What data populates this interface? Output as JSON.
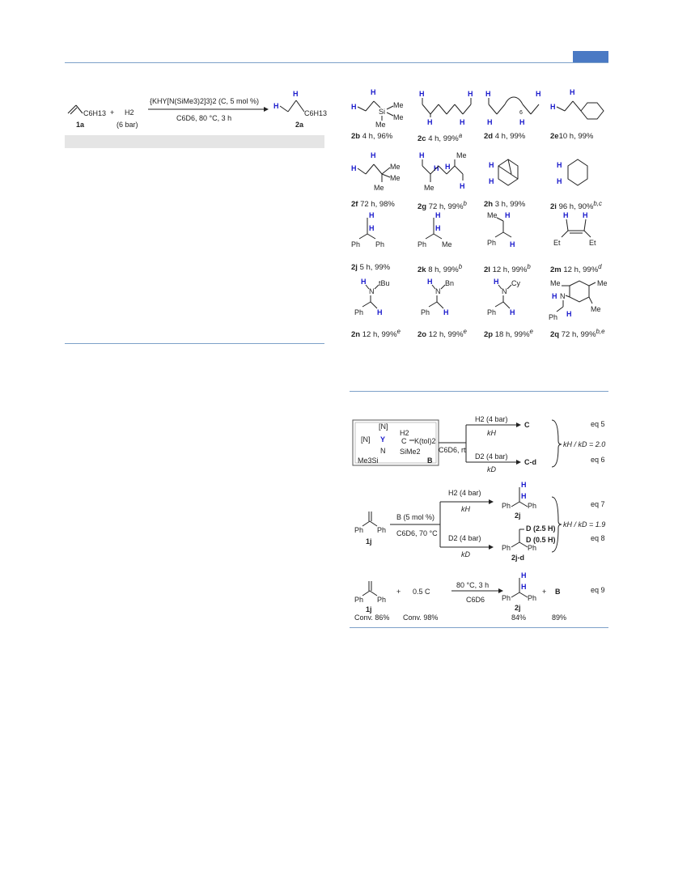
{
  "scheme1": {
    "reactant_sub": "C6H13",
    "plus": "+",
    "h2": "H2",
    "pressure": "(6 bar)",
    "catalyst": "{KHY[N(SiMe3)2]3}2 (C, 5 mol %)",
    "conditions": "C6D6, 80 °C, 3 h",
    "reactant_id": "1a",
    "product_id": "2a",
    "product_sub": "C6H13"
  },
  "substrates": [
    {
      "id": "2b",
      "result": "4 h, 96%"
    },
    {
      "id": "2c",
      "result": "4 h, 99%",
      "note": "a"
    },
    {
      "id": "2d",
      "result": "4 h, 99%"
    },
    {
      "id": "2e",
      "result": "10 h, 99%"
    },
    {
      "id": "2f",
      "result": "72 h, 98%"
    },
    {
      "id": "2g",
      "result": "72 h, 99%",
      "note": "b"
    },
    {
      "id": "2h",
      "result": "3 h, 99%"
    },
    {
      "id": "2i",
      "result": "96 h, 90%",
      "note": "b,c"
    },
    {
      "id": "2j",
      "result": "5 h, 99%"
    },
    {
      "id": "2k",
      "result": "8 h, 99%",
      "note": "b"
    },
    {
      "id": "2l",
      "result": "12 h, 99%",
      "note": "b"
    },
    {
      "id": "2m",
      "result": "12 h, 99%",
      "note": "d"
    },
    {
      "id": "2n",
      "result": "12 h, 99%",
      "note": "e"
    },
    {
      "id": "2o",
      "result": "12 h, 99%",
      "note": "e"
    },
    {
      "id": "2p",
      "result": "18 h, 99%",
      "note": "e"
    },
    {
      "id": "2q",
      "result": "72 h, 99%",
      "note": "b,e"
    }
  ],
  "atoms": {
    "H": "H",
    "Me": "Me",
    "Si": "Si",
    "Ph": "Ph",
    "Et": "Et",
    "N": "N",
    "tBu": "tBu",
    "Bn": "Bn",
    "Cy": "Cy",
    "six": "6",
    "D": "D"
  },
  "eq56": {
    "box_N_top": "[N]",
    "box_N_left": "[N]",
    "Y": "Y",
    "C_label": "C",
    "H2": "H2",
    "K_label": "K(tol)2",
    "N_label": "N",
    "SiMe2": "SiMe2",
    "Me3Si": "Me3Si",
    "B": "B",
    "cond": "C6D6, rt",
    "h2": "H2 (4 bar)",
    "kh": "kH",
    "prodC": "C",
    "d2": "D2 (4 bar)",
    "kd": "kD",
    "prodCd": "C-d",
    "ratio": "kH / kD = 2.0",
    "eq5": "eq 5",
    "eq6": "eq 6"
  },
  "eq78": {
    "reactant": "1j",
    "cat": "B (5 mol %)",
    "cond": "C6D6, 70 °C",
    "h2": "H2 (4 bar)",
    "kh": "kH",
    "prod": "2j",
    "d2": "D2 (4 bar)",
    "kd": "kD",
    "prodd": "2j-d",
    "d1": "D (2.5 H)",
    "d2label": "D (0.5 H)",
    "ratio": "kH / kD = 1.9",
    "eq7": "eq 7",
    "eq8": "eq 8"
  },
  "eq9": {
    "reactant": "1j",
    "plus": "+",
    "reagent": "0.5 C",
    "cond1": "80 °C, 3 h",
    "cond2": "C6D6",
    "prod": "2j",
    "plus2": "+",
    "prod2": "B",
    "conv1": "Conv. 86%",
    "conv2": "Conv. 98%",
    "yield1": "84%",
    "yield2": "89%",
    "eq": "eq 9"
  }
}
